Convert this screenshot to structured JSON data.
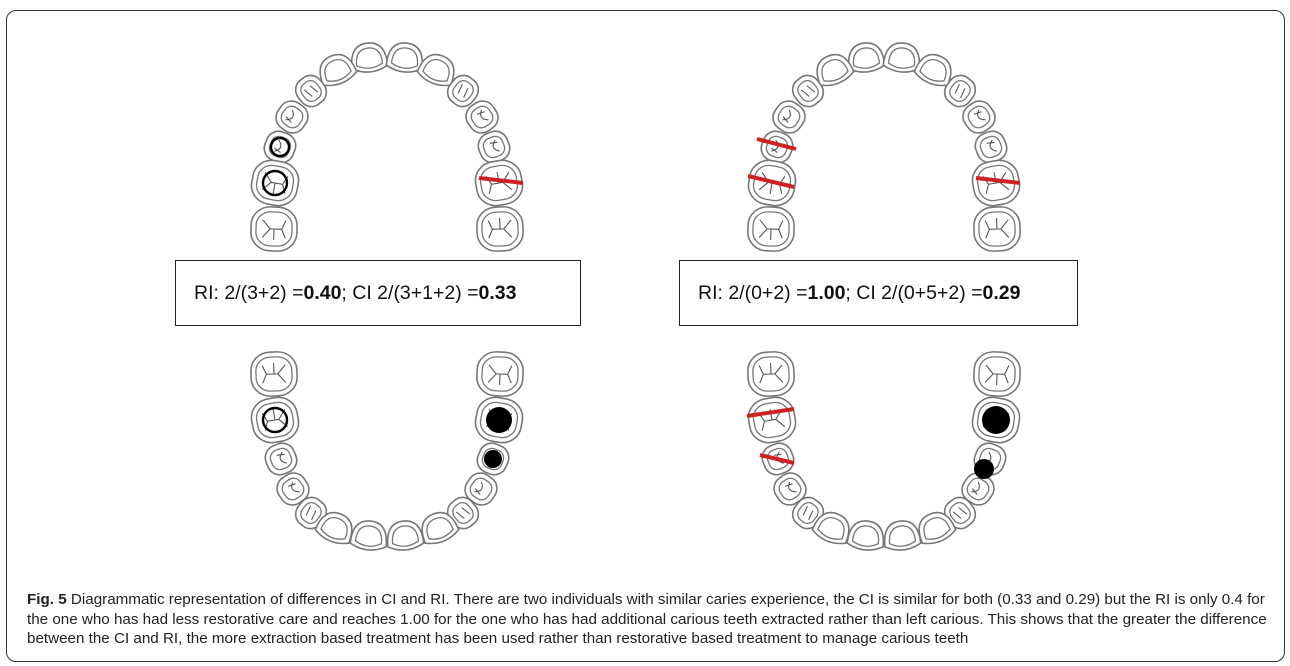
{
  "figure": {
    "label": "Fig. 5",
    "caption": "Diagrammatic representation of differences in CI and RI. There are two individuals with similar caries experience, the CI is similar for both (0.33 and 0.29) but the RI is only 0.4 for the one who has had less restorative care and reaches 1.00 for the one who has had additional carious teeth extracted rather than left carious. This shows that the greater the difference between the CI and RI, the more extraction based treatment has been used rather than restorative based treatment to manage carious teeth"
  },
  "left_chart": {
    "formula_prefix": "RI: 2/(3+2) = ",
    "ri_value": "0.40",
    "formula_middle": "; CI 2/(3+1+2) = ",
    "ci_value": "0.33"
  },
  "right_chart": {
    "formula_prefix": "RI: 2/(0+2) = ",
    "ri_value": "1.00",
    "formula_middle": "; CI 2/(0+5+2) = ",
    "ci_value": "0.29"
  },
  "colors": {
    "tooth_outline": "#777777",
    "extraction_mark": "#cc2222",
    "filled_marker": "#000000",
    "border": "#222222"
  }
}
